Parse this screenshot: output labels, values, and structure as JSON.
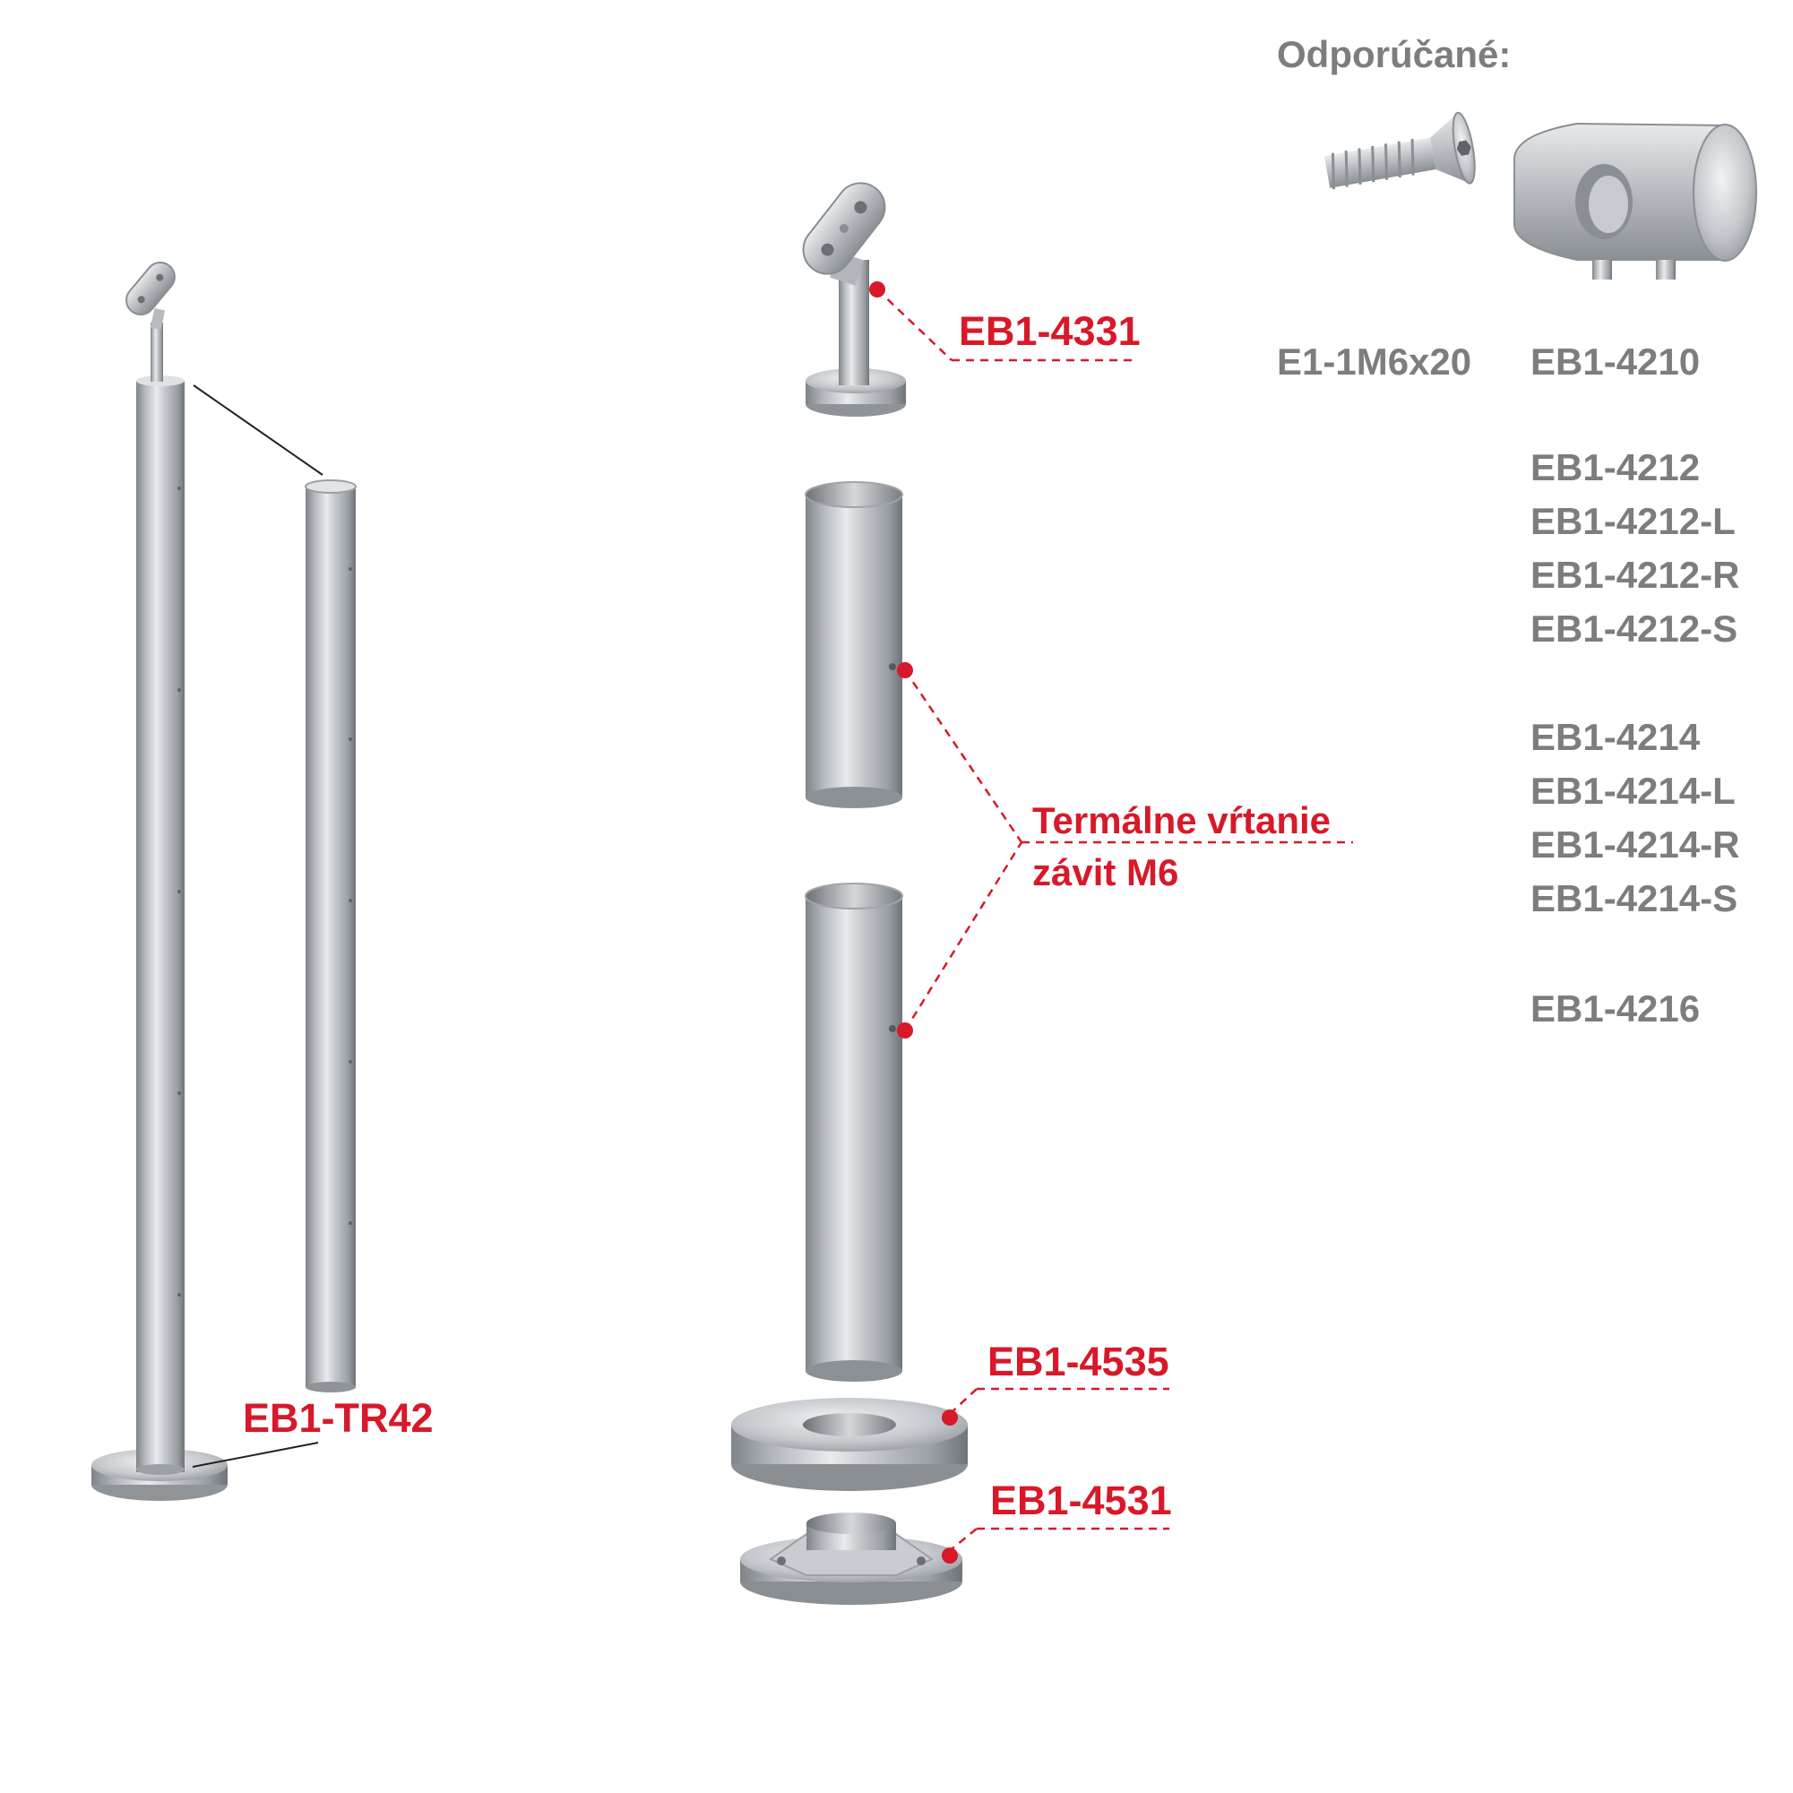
{
  "recommended_title": "Odporúčané:",
  "labels": {
    "tr42": "EB1-TR42",
    "h4331": "EB1-4331",
    "thermal_line1": "Termálne vŕtanie",
    "thermal_line2": "závit M6",
    "c4535": "EB1-4535",
    "f4531": "EB1-4531"
  },
  "recommended": {
    "screw": "E1-1M6x20",
    "holder": "EB1-4210",
    "list": [
      [
        "EB1-4212",
        "EB1-4212-L",
        "EB1-4212-R",
        "EB1-4212-S"
      ],
      [
        "EB1-4214",
        "EB1-4214-L",
        "EB1-4214-R",
        "EB1-4214-S"
      ],
      [
        "EB1-4216"
      ]
    ]
  },
  "colors": {
    "accent_red": "#d7192a",
    "grey_text": "#7d7d7d",
    "steel_mid": "#b9bdc1",
    "steel_dark": "#7f8489",
    "steel_light": "#eef0f2"
  },
  "icons": [
    "handrail-holder-icon",
    "tube-icon",
    "cover-cap-icon",
    "floor-flange-icon",
    "countersunk-screw-icon",
    "cross-bar-holder-icon"
  ]
}
